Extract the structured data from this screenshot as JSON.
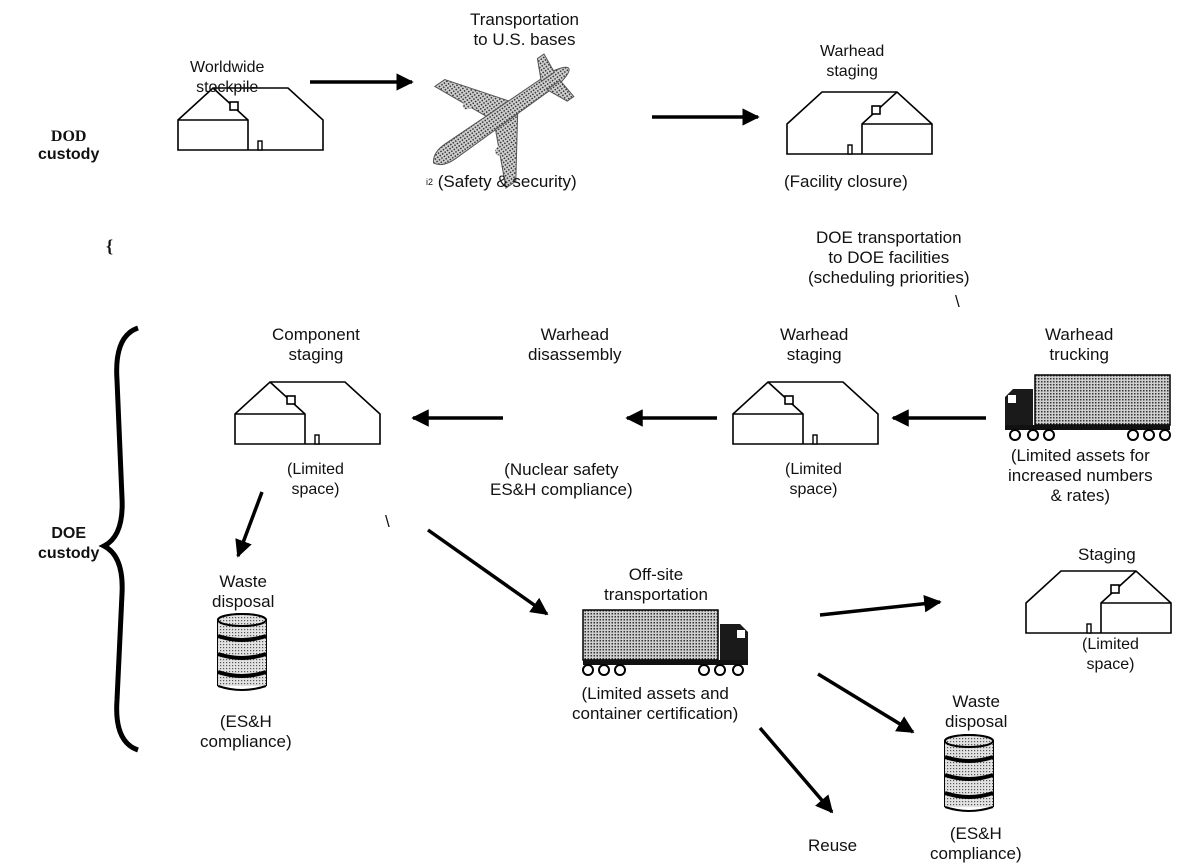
{
  "custody": {
    "dod": [
      "DOD",
      "custody"
    ],
    "doe": [
      "DOE",
      "custody"
    ],
    "brace_char": "{"
  },
  "dod": {
    "stockpile": [
      "Worldwide",
      "stockpile"
    ],
    "transport": [
      "Transportation",
      "to U.S. bases"
    ],
    "transport_note": "(Safety & security)",
    "transport_note_prefix": "i2",
    "staging": [
      "Warhead",
      "staging"
    ],
    "staging_note": "(Facility closure)"
  },
  "doe_transport": [
    "DOE transportation",
    "to DOE facilities",
    "(scheduling priorities)"
  ],
  "backslash": "\\",
  "doe": {
    "trucking": [
      "Warhead",
      "trucking"
    ],
    "trucking_note": [
      "(Limited assets for",
      "increased numbers",
      "& rates)"
    ],
    "warhead_staging": [
      "Warhead",
      "staging"
    ],
    "warhead_staging_note": [
      "(Limited",
      "space)"
    ],
    "disassembly": [
      "Warhead",
      "disassembly"
    ],
    "disassembly_note": [
      "(Nuclear safety",
      "ES&H compliance)"
    ],
    "component_staging": [
      "Component",
      "staging"
    ],
    "component_staging_note": [
      "(Limited",
      "space)"
    ],
    "waste_left": [
      "Waste",
      "disposal"
    ],
    "waste_left_note": [
      "(ES&H",
      "compliance)"
    ],
    "offsite": [
      "Off-site",
      "transportation"
    ],
    "offsite_note": [
      "(Limited assets and",
      "container certification)"
    ],
    "staging_right": "Staging",
    "staging_right_note": [
      "(Limited",
      "space)"
    ],
    "waste_right": [
      "Waste",
      "disposal"
    ],
    "waste_right_note": [
      "(ES&H",
      "compliance)"
    ],
    "reuse": "Reuse"
  }
}
